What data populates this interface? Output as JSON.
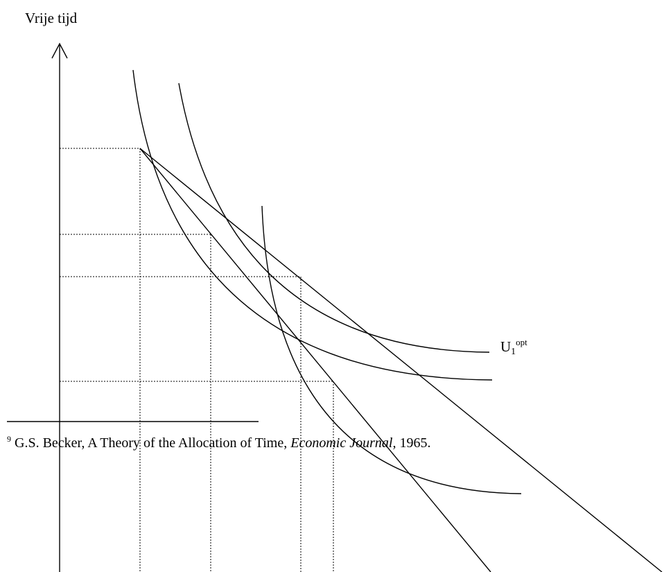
{
  "diagram": {
    "y_axis_label": "Vrije tijd",
    "curve_label": {
      "base": "U",
      "subscript": "1",
      "superscript": "opt"
    }
  },
  "footnote": {
    "number": "9",
    "text_before": " G.S. Becker, A Theory of the Allocation of Time, ",
    "journal": "Economic Journal,",
    "text_after": " 1965."
  }
}
